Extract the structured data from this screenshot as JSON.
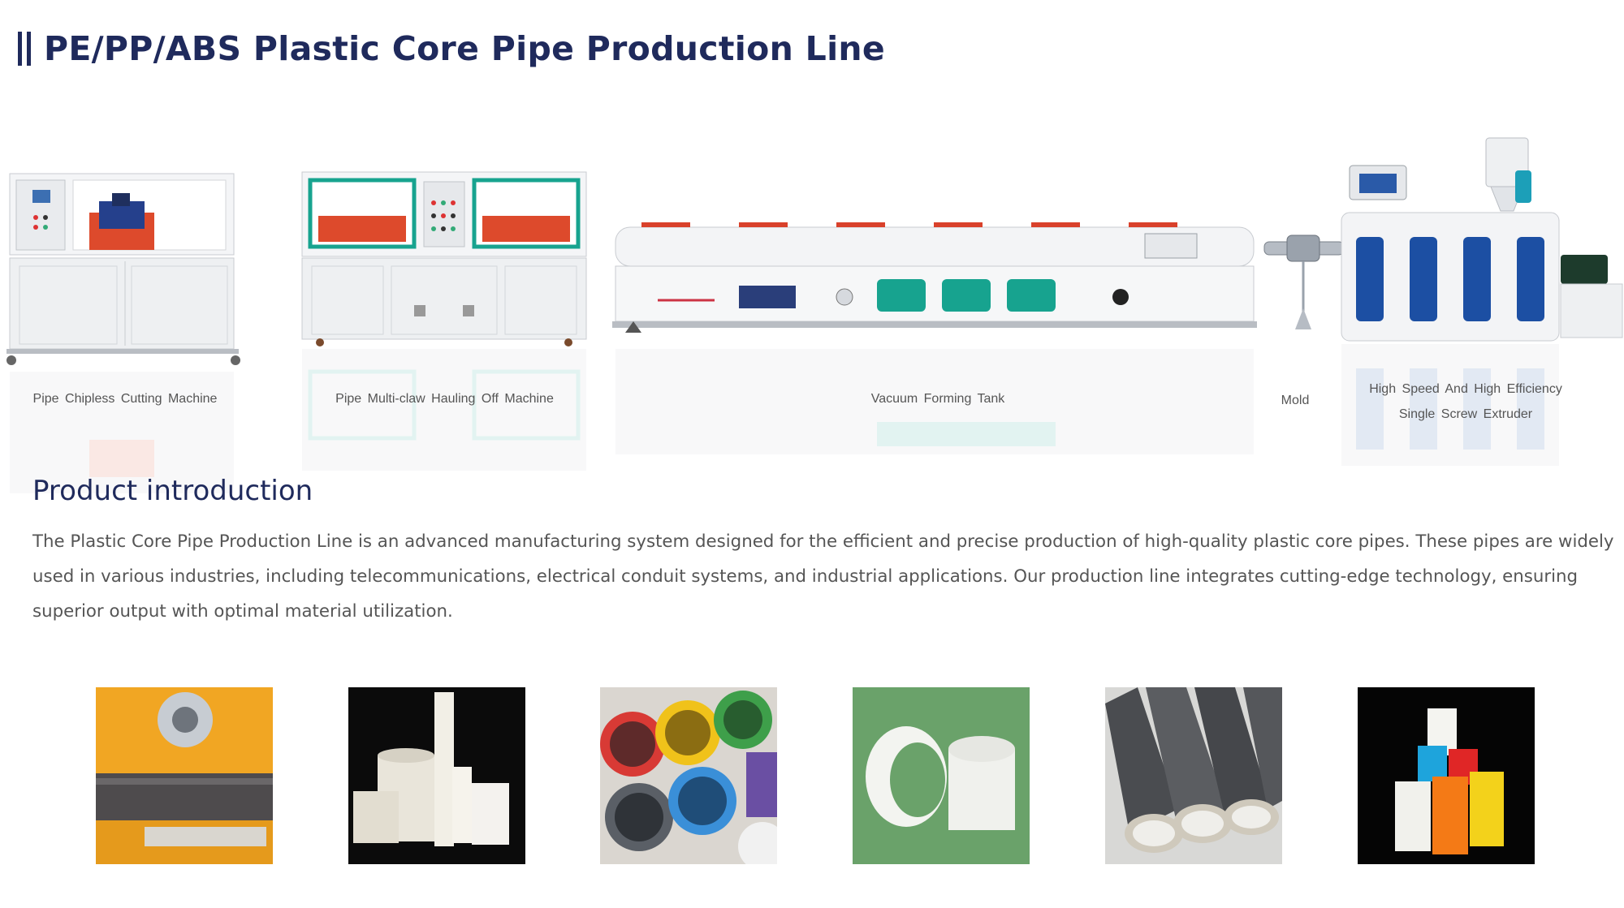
{
  "page": {
    "title": "PE/PP/ABS Plastic Core Pipe Production Line"
  },
  "machines": [
    {
      "name": "cutting-machine",
      "label": "Pipe  Chipless  Cutting  Machine"
    },
    {
      "name": "hauling-machine",
      "label": "Pipe  Multi-claw  Hauling  Off  Machine"
    },
    {
      "name": "vacuum-tank",
      "label": "Vacuum  Forming  Tank"
    },
    {
      "name": "mold",
      "label": "Mold"
    },
    {
      "name": "extruder",
      "label_line1": "High  Speed  And  High  Efficiency",
      "label_line2": "Single  Screw  Extruder"
    }
  ],
  "intro": {
    "heading": "Product introduction",
    "body": "The Plastic Core Pipe Production Line is an advanced manufacturing system designed for the efficient and precise production of high-quality plastic core pipes. These pipes are widely used in various industries, including telecommunications, electrical conduit systems, and industrial applications. Our production line integrates cutting-edge technology, ensuring superior output with optimal material utilization."
  },
  "gallery": [
    {
      "name": "photo-pipe-machinery"
    },
    {
      "name": "photo-white-core-pipes"
    },
    {
      "name": "photo-colored-pipes"
    },
    {
      "name": "photo-white-pipe-green-bg"
    },
    {
      "name": "photo-gray-pipes"
    },
    {
      "name": "photo-colored-tubes-black-bg"
    }
  ],
  "colors": {
    "title": "#1f2a5c",
    "machine_body": "#f3f4f6",
    "accent_red": "#d9412b",
    "accent_teal": "#17a38f",
    "accent_blue": "#1c4fa3"
  }
}
